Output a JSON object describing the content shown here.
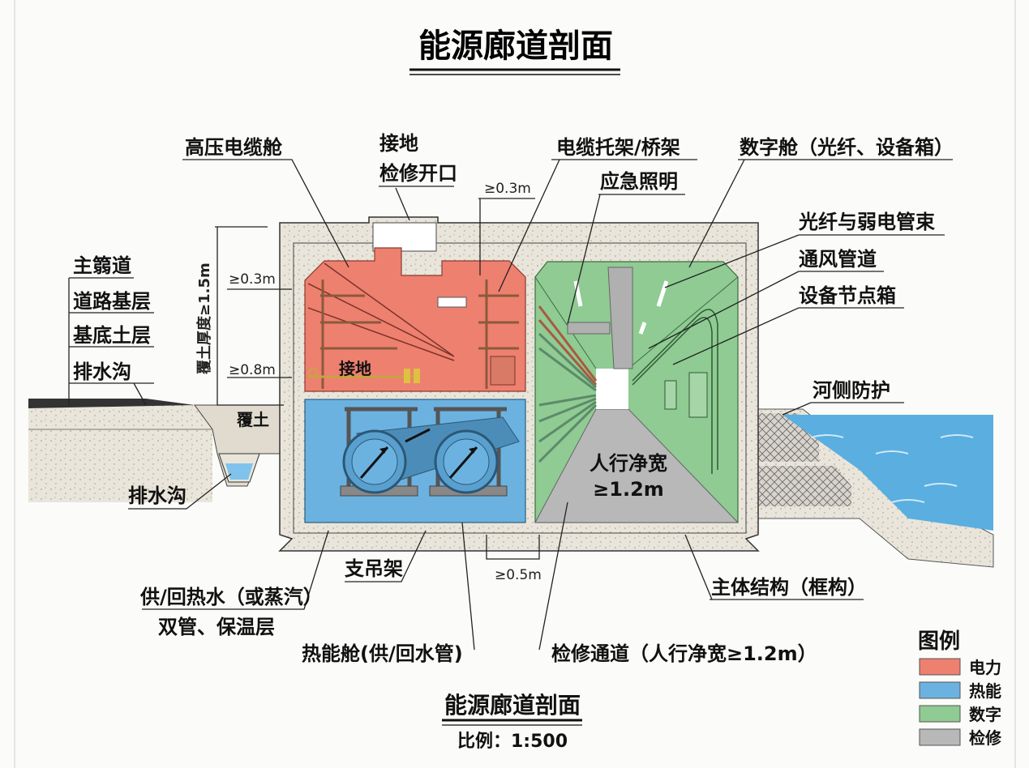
{
  "title": "能源廊道剖面",
  "colors": {
    "power": "#ee8070",
    "heat": "#6bb2e0",
    "digital": "#8fcb93",
    "maintenance": "#b8b8b8",
    "concrete": "#e6e1d6",
    "water": "#5aaee0"
  },
  "labels": {
    "hv_cable_cabin": "高压电缆舱",
    "grounding_top": "接地",
    "inspection_opening": "检修开口",
    "cable_tray": "电缆托架/桥架",
    "digital_cabin": "数字舱（光纤、设备箱）",
    "emergency_lighting": "应急照明",
    "fiber_bundle": "光纤与弱电管束",
    "ventilation_duct": "通风管道",
    "equipment_box": "设备节点箱",
    "main_road": "主篛道",
    "road_base": "道路基层",
    "subgrade": "基底土层",
    "drain_ditch": "排水沟",
    "cover_thickness": "覆土厚度≥1.5m",
    "grounding_inner": "接地",
    "cover_soil": "覆土",
    "drain_ditch_2": "排水沟",
    "river_protection": "河侧防护",
    "walk_width_1": "人行净宽",
    "walk_width_2": "≥1.2m",
    "hanger": "支吊架",
    "hot_water_1": "供/回热水（或蒸汽）",
    "hot_water_2": "双管、保温层",
    "heat_cabin": "热能舱(供/回水管)",
    "maintenance_passage": "检修通道（人行净宽≥1.2m）",
    "main_structure": "主体结构（框构）"
  },
  "dimensions": {
    "top_gap": "≥0.3m",
    "wall_top": "≥0.3m",
    "wall_bottom": "≥0.8m",
    "bottom_gap": "≥0.5m"
  },
  "footer": {
    "title": "能源廊道剖面",
    "scale": "比例：1:500"
  },
  "legend": {
    "title": "图例",
    "items": [
      {
        "label": "电力",
        "color": "#ee8070"
      },
      {
        "label": "热能",
        "color": "#6bb2e0"
      },
      {
        "label": "数字",
        "color": "#8fcb93"
      },
      {
        "label": "检修",
        "color": "#b8b8b8"
      }
    ]
  }
}
